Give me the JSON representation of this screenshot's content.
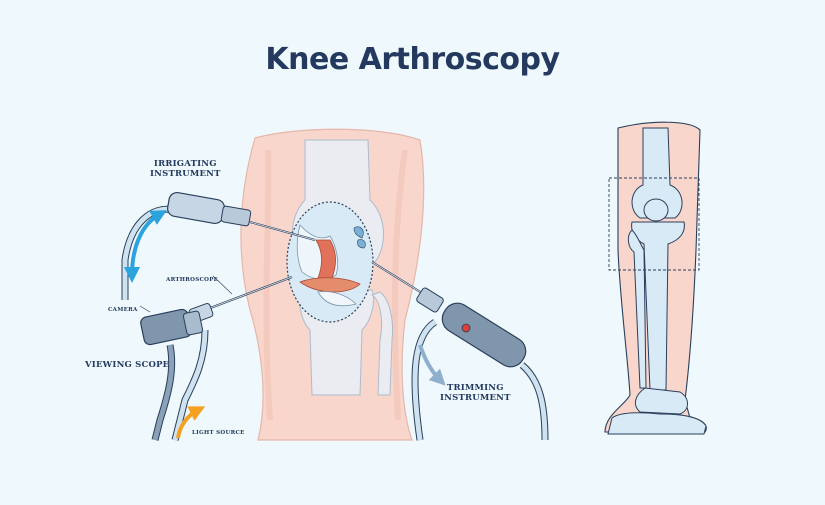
{
  "title": "Knee Arthroscopy",
  "labels": {
    "irrigating": [
      "IRRIGATING",
      "INSTRUMENT"
    ],
    "arthroscope": "ARTHROSCOPE",
    "camera": "CAMERA",
    "viewing_scope": "VIEWING SCOPE",
    "light_source": "LIGHT SOURCE",
    "trimming": [
      "TRIMMING",
      "INSTRUMENT"
    ]
  },
  "colors": {
    "background": "#eef8fd",
    "skin": "#f9d6cc",
    "bone": "#d8eaf6",
    "instrument": "#8aa1b8",
    "outline": "#2a3f5c",
    "irrigation_arrow": "#2ba3dd",
    "light_arrow": "#f5a020",
    "tissue": "#e0725a",
    "trimming_arrow": "#8fb0cc"
  }
}
